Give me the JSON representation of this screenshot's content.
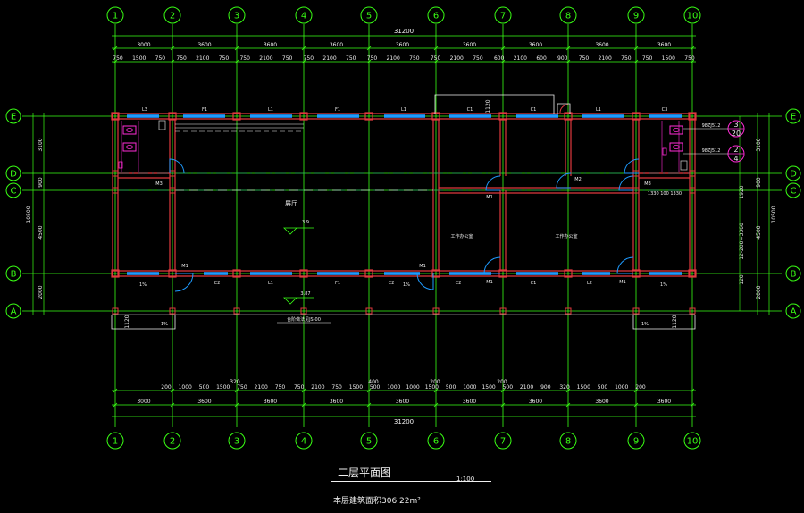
{
  "drawing": {
    "title": "二层平面图",
    "scale": "1:100",
    "area_note": "本层建筑面积306.22m²",
    "colors": {
      "background": "#000000",
      "axis": "#39ff14",
      "wall": "#e0383e",
      "column": "#e0383e",
      "window": "#1e9bff",
      "text": "#f0f0f0",
      "door": "#1e9bff",
      "fixture": "#ff2bd6",
      "axis_line": "#1f8a88"
    }
  },
  "axes_x": [
    "1",
    "2",
    "3",
    "4",
    "5",
    "6",
    "7",
    "8",
    "9",
    "10"
  ],
  "axes_y": [
    "E",
    "D",
    "C",
    "B",
    "A"
  ],
  "dims_top": {
    "total": "31200",
    "bays": [
      "3000",
      "3600",
      "3600",
      "3600",
      "3600",
      "3600",
      "3600",
      "3600",
      "3600",
      "3000"
    ],
    "detail": [
      "750",
      "1500",
      "750",
      "750",
      "2100",
      "750",
      "750",
      "2100",
      "750",
      "750",
      "2100",
      "750",
      "750",
      "2100",
      "750",
      "750",
      "2100",
      "750",
      "600",
      "2100",
      "600",
      "900",
      "750",
      "2100",
      "750",
      "750",
      "1500",
      "750"
    ]
  },
  "dims_bottom": {
    "total": "31200",
    "bays": [
      "3000",
      "3600",
      "3600",
      "3600",
      "3600",
      "3600",
      "3600",
      "3600",
      "3600",
      "3000"
    ],
    "detail": [
      "200",
      "1000",
      "500",
      "1500",
      "750",
      "2100",
      "750",
      "750",
      "2100",
      "750",
      "1500",
      "500",
      "1000",
      "1000",
      "1500",
      "500",
      "1000",
      "1500",
      "500",
      "2100",
      "900",
      "320",
      "1500",
      "500",
      "1000",
      "200"
    ],
    "misc": [
      "320",
      "400",
      "200",
      "200"
    ]
  },
  "dims_left": {
    "total": "10500",
    "parts": [
      "3100",
      "900",
      "4500",
      "2000"
    ]
  },
  "dims_right": {
    "total": "10500",
    "parts": [
      "3100",
      "900",
      "4500",
      "2000"
    ],
    "inner": [
      "1920",
      "12-200=3360",
      "120"
    ]
  },
  "rooms": {
    "hall": "展厅",
    "hall_level": "3.9",
    "office1": "工作办公室",
    "office2": "工作办公室",
    "level_b": "3.87"
  },
  "labels": {
    "win_c1": "C1",
    "win_c2": "C2",
    "win_c3": "C3",
    "win_l1": "L1",
    "win_l2": "L2",
    "win_l3": "L3",
    "win_f1": "F1",
    "door_m1": "M1",
    "door_m2": "M2",
    "door_m3": "M3",
    "note_98zj": "98ZJ512",
    "note_1330": "1330 100 1330",
    "note_1120": "1120",
    "detail_1": "3",
    "detail_1_sheet": "20",
    "detail_2": "2",
    "detail_2_sheet": "4",
    "slope": "1%",
    "ramp_note": "台阶做法见JS-00"
  }
}
